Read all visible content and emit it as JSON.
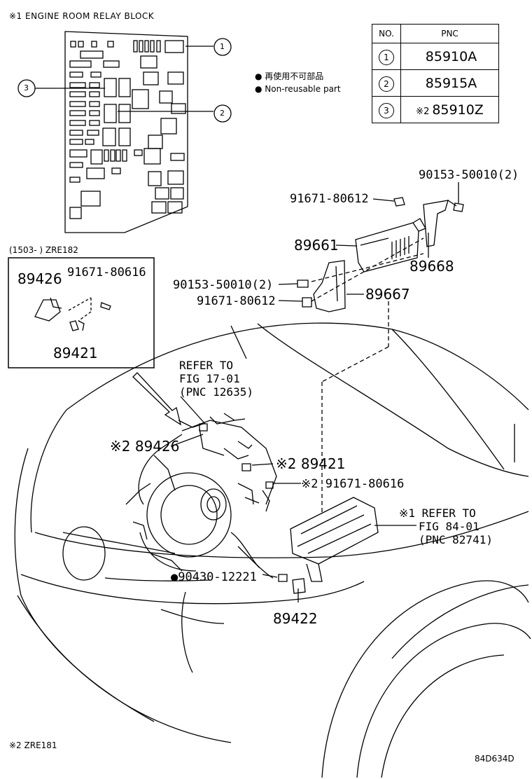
{
  "header": {
    "engine_room_title": "※1  ENGINE ROOM RELAY BLOCK"
  },
  "callouts": {
    "c1": "1",
    "c2": "2",
    "c3": "3"
  },
  "legend": {
    "jp": "● 再使用不可部品",
    "en": "● Non-reusable part"
  },
  "pnc_table": {
    "col_no": "NO.",
    "col_pnc": "PNC",
    "rows": [
      {
        "no": "1",
        "mark": "",
        "pnc": "85910A"
      },
      {
        "no": "2",
        "mark": "",
        "pnc": "85915A"
      },
      {
        "no": "3",
        "mark": "※2",
        "pnc": "85910Z"
      }
    ]
  },
  "inset": {
    "title": "(1503-      ) ZRE182",
    "part_89426": "89426",
    "part_91671_80616": "91671-80616",
    "part_89421": "89421"
  },
  "ecu_group": {
    "p90153_top": "90153-50010(2)",
    "p91671_top": "91671-80612",
    "p89661": "89661",
    "p89668": "89668",
    "p90153_mid": "90153-50010(2)",
    "p91671_mid": "91671-80612",
    "p89667": "89667"
  },
  "refer1": {
    "line1": "REFER TO",
    "line2": "FIG 17-01",
    "line3": "(PNC 12635)"
  },
  "engine_group": {
    "p89426": "※2 89426",
    "p89421": "※2 89421",
    "p91671": "※2 91671-80616",
    "p90430": "●90430-12221",
    "p89422": "89422"
  },
  "refer2": {
    "line1": "※1 REFER TO",
    "line2": "FIG 84-01",
    "line3": "(PNC 82741)"
  },
  "footer": {
    "note": "※2  ZRE181",
    "code": "84D634D"
  }
}
